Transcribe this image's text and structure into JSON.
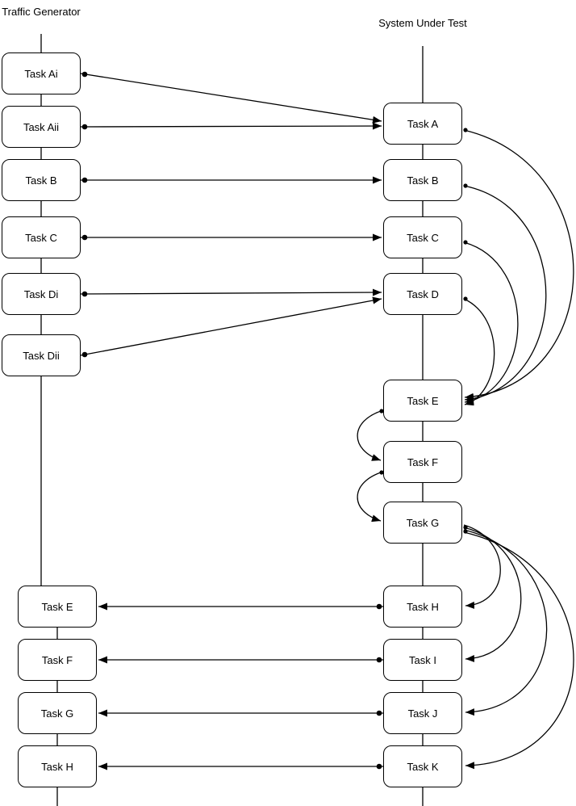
{
  "header": {
    "left_title": "Traffic Generator",
    "right_title": "System Under Test"
  },
  "traffic_generator": {
    "tasks": [
      "Task Ai",
      "Task Aii",
      "Task B",
      "Task C",
      "Task Di",
      "Task Dii",
      "Task E",
      "Task F",
      "Task G",
      "Task H"
    ]
  },
  "system_under_test": {
    "tasks": [
      "Task A",
      "Task B",
      "Task C",
      "Task D",
      "Task E",
      "Task F",
      "Task G",
      "Task H",
      "Task I",
      "Task J",
      "Task K"
    ]
  },
  "colors": {
    "line": "#000000",
    "box_fill": "#ffffff"
  }
}
